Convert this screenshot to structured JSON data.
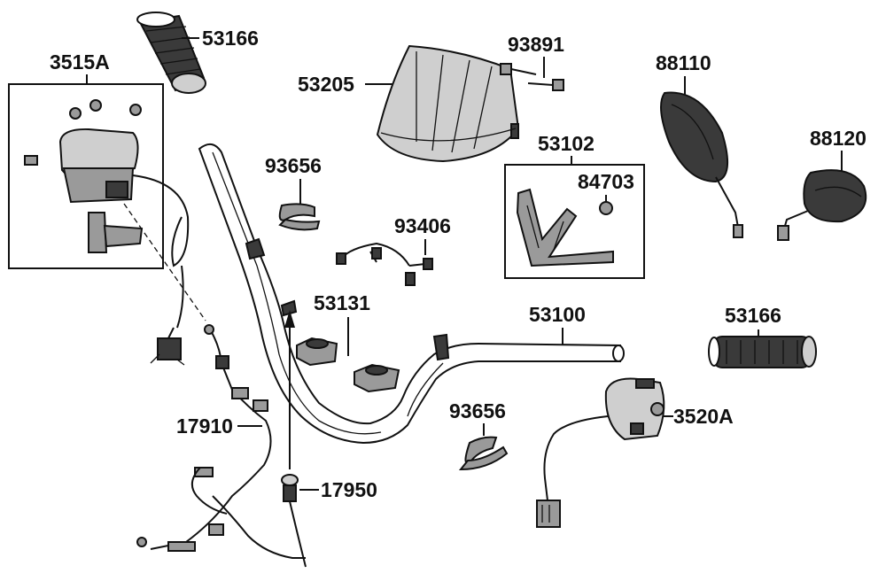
{
  "callouts": {
    "c53166_top": "53166",
    "c3515a": "3515A",
    "c53205": "53205",
    "c93891": "93891",
    "c88110": "88110",
    "c88120": "88120",
    "c53102": "53102",
    "c84703": "84703",
    "c93656_top": "93656",
    "c93406": "93406",
    "c53131": "53131",
    "c53100": "53100",
    "c53166_right": "53166",
    "c93656_bottom": "93656",
    "c3520a": "3520A",
    "c17910": "17910",
    "c17950": "17950"
  }
}
